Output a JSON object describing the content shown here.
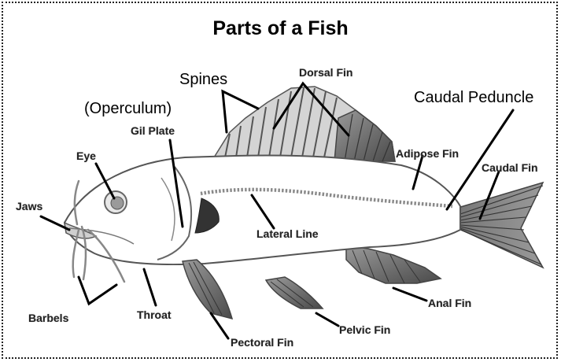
{
  "title": "Parts of a Fish",
  "labels": {
    "spines": "Spines",
    "operculum": "(Operculum)",
    "caudal_peduncle": "Caudal Peduncle",
    "dorsal_fin": "Dorsal Fin",
    "gill_plate": "Gil Plate",
    "eye": "Eye",
    "jaws": "Jaws",
    "adipose_fin": "Adipose Fin",
    "caudal_fin": "Caudal Fin",
    "lateral_line": "Lateral Line",
    "barbels": "Barbels",
    "throat": "Throat",
    "pectoral_fin": "Pectoral Fin",
    "pelvic_fin": "Pelvic Fin",
    "anal_fin": "Anal Fin"
  }
}
